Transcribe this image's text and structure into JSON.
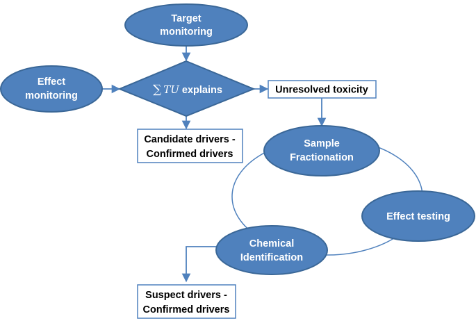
{
  "nodes": {
    "target_monitoring": {
      "line1": "Target",
      "line2": "monitoring"
    },
    "effect_monitoring": {
      "line1": "Effect",
      "line2": "monitoring"
    },
    "tu_decision": {
      "sum_symbol": "∑",
      "tu": "TU",
      "text": " explains"
    },
    "unresolved_toxicity": {
      "label": "Unresolved toxicity"
    },
    "candidate_drivers": {
      "line1": "Candidate drivers -",
      "line2": "Confirmed drivers"
    },
    "sample_fractionation": {
      "line1": "Sample",
      "line2": "Fractionation"
    },
    "effect_testing": {
      "label": "Effect testing"
    },
    "chemical_identification": {
      "line1": "Chemical",
      "line2": "Identification"
    },
    "suspect_drivers": {
      "line1": "Suspect drivers -",
      "line2": "Confirmed drivers"
    }
  },
  "colors": {
    "node_fill": "#4f81bd",
    "node_stroke": "#3a6797",
    "line": "#4f81bd",
    "box_text": "#000000",
    "node_text": "#ffffff"
  }
}
